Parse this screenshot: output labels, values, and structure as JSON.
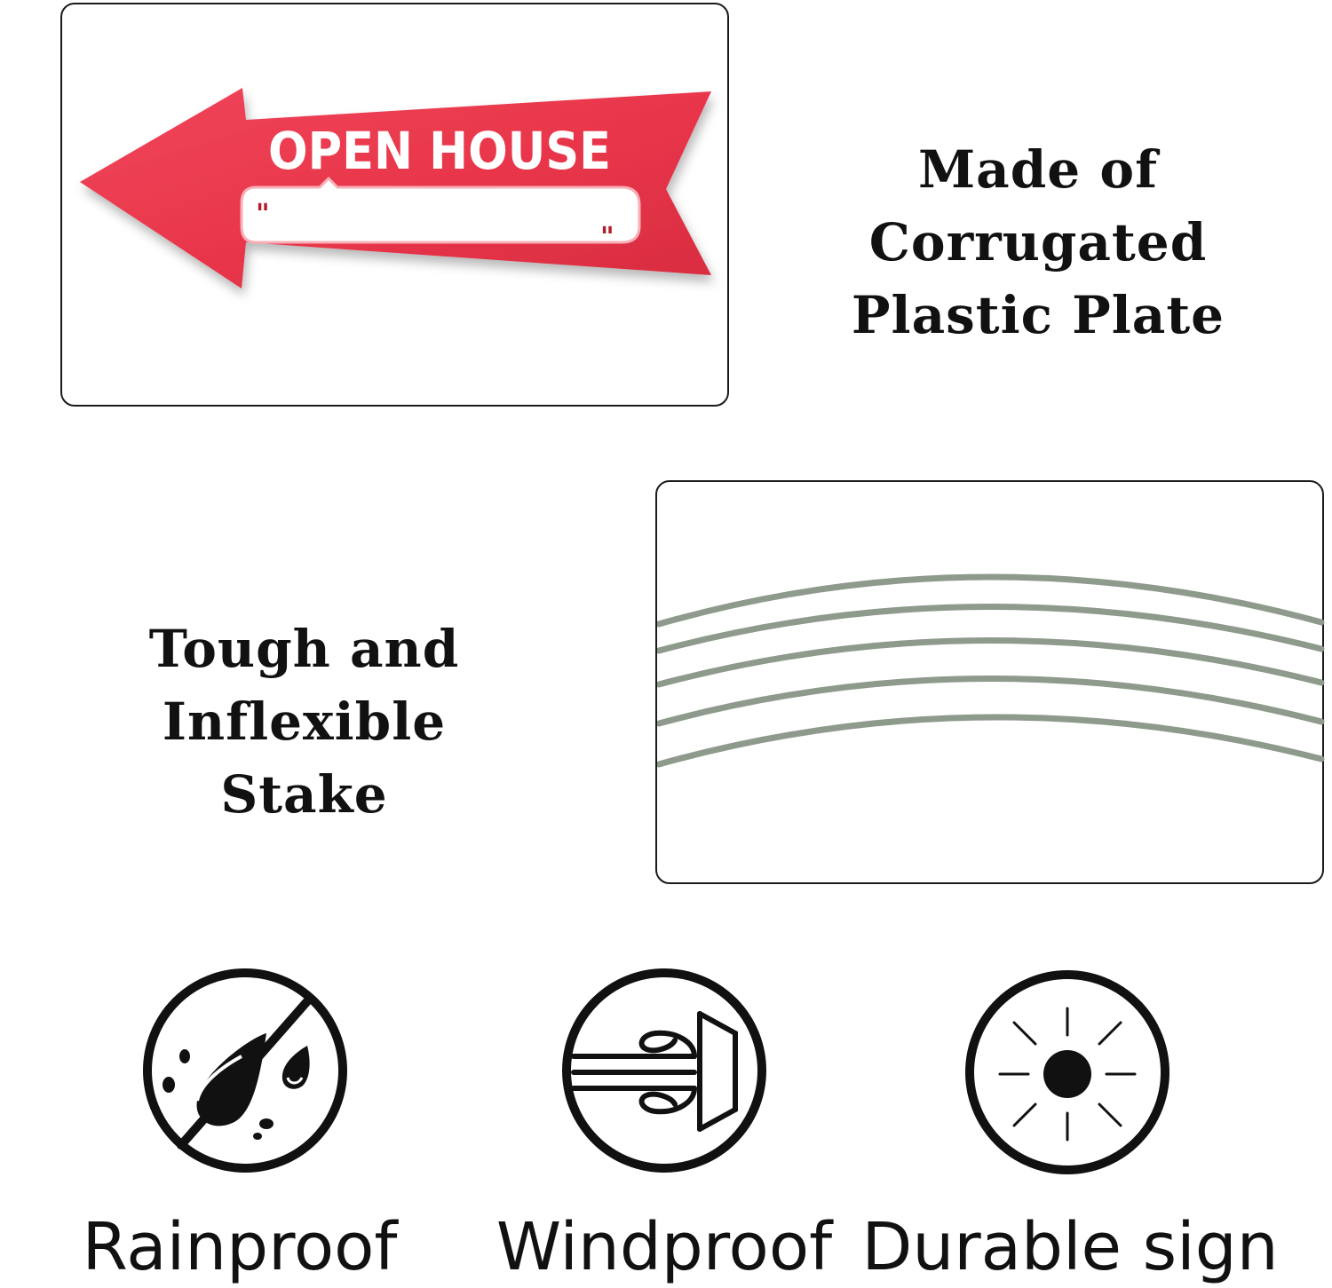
{
  "sign_panel": {
    "sign_text": "OPEN HOUSE",
    "open_quote": "\"",
    "close_quote": "\"",
    "sign_color": "#e8354a",
    "quote_color": "#b01e2c"
  },
  "plate_heading": {
    "line1": "Made of Corrugated",
    "line2": "Plastic Plate"
  },
  "stake_heading": {
    "line1": "Tough and Inflexible",
    "line2": "Stake"
  },
  "stake_panel": {
    "stake_count": 5,
    "stake_color": "#8e9a8c"
  },
  "features": {
    "rainproof": {
      "label": "Rainproof",
      "icon": "rainproof-icon"
    },
    "windproof": {
      "label": "Windproof",
      "icon": "windproof-icon"
    },
    "durable": {
      "label": "Durable sign",
      "icon": "sun-icon"
    }
  }
}
